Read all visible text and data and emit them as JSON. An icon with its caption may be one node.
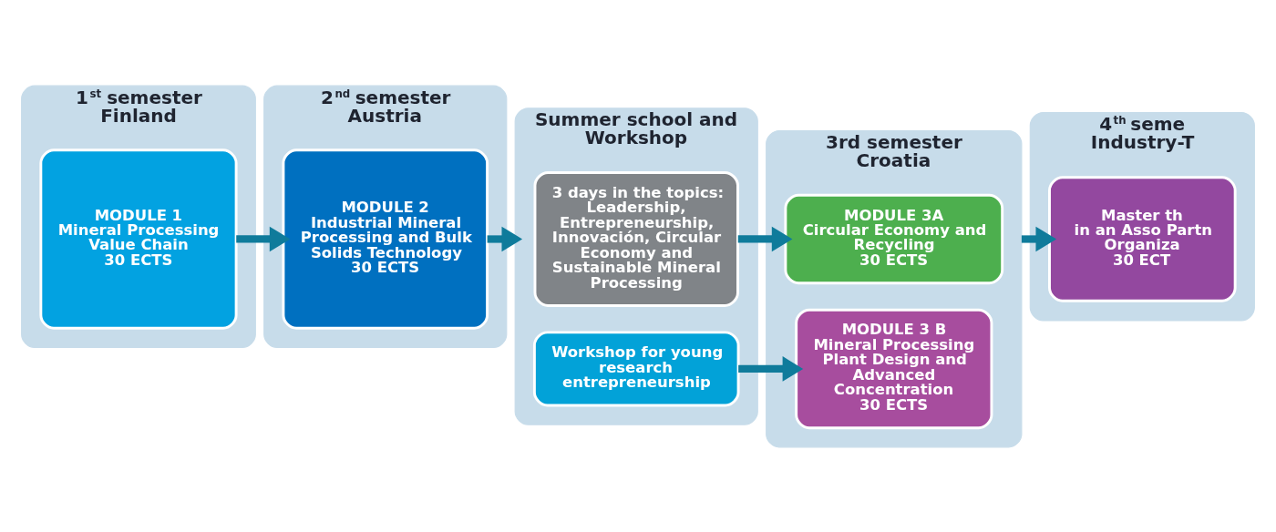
{
  "diagram": {
    "nodes": [
      {
        "text": [
          "1$^{st}$ semester",
          "Finland"
        ]
      },
      {
        "text": [
          "MODULE 1",
          "Mineral Processing Value Chain",
          "30 ECTS"
        ],
        "in": 0
      },
      {
        "text": [
          "2$^{nd}$ semester",
          "Austria"
        ]
      },
      {
        "text": [
          "MODULE 2",
          "Industrial Mineral Processing and Bulk Solids Technology",
          "30 ECTS"
        ],
        "in": 2
      },
      {
        "text": [
          "Summer school and Workshop"
        ]
      },
      {
        "text": [
          "3 days in the topics: Leadership, Entrepreneurship, Innovación, Circular Economy and Sustainable Mineral Processing"
        ],
        "in": 4
      },
      {
        "text": [
          "Workshop for young research entrepreneurship"
        ],
        "in": 4
      },
      {
        "text": [
          "3rd semester",
          "Croatia"
        ]
      },
      {
        "text": [
          "MODULE 3A",
          "Circular Economy and Recycling",
          "30 ECTS"
        ],
        "in": 7
      },
      {
        "text": [
          "MODULE 3 B",
          "Mineral Processing Plant Design and Advanced Concentration",
          "30 ECTS"
        ],
        "in": 7
      },
      {
        "text": [
          "4$^{th}$ seme",
          "Industry-T"
        ]
      },
      {
        "text": [
          "Master th",
          "in an Asso Partn Organiza",
          "30 ECT"
        ],
        "in": 10
      }
    ],
    "edges": [
      {
        "from": 1,
        "to": 3,
        "arrow": "to"
      },
      {
        "from": 3,
        "to": 4,
        "arrow": "to"
      },
      {
        "from": 5,
        "to": 8,
        "arrow": "to"
      },
      {
        "from": 6,
        "to": 9,
        "arrow": "to"
      },
      {
        "from": 7,
        "to": 11,
        "arrow": "to"
      }
    ]
  }
}
